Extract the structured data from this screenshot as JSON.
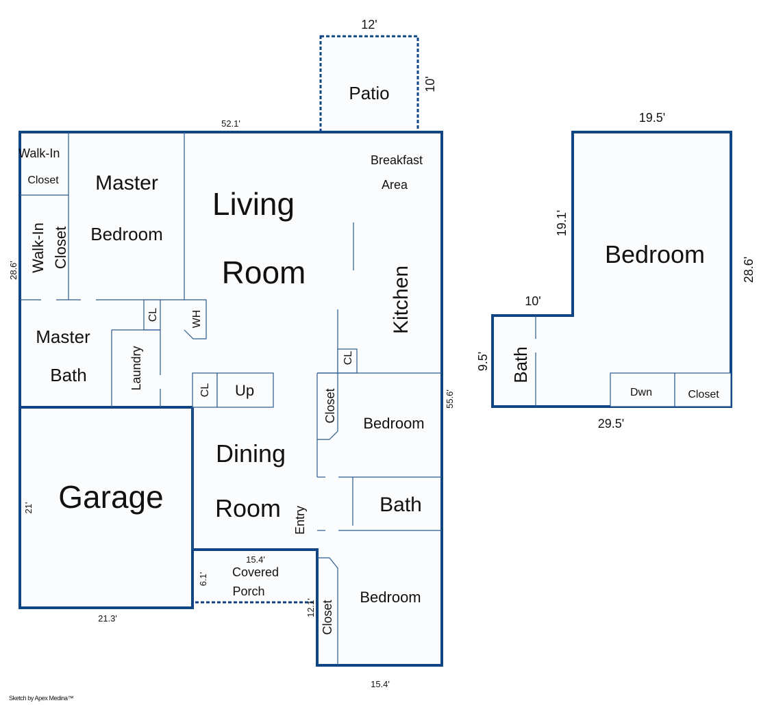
{
  "rooms": {
    "walk_in_closet_top": [
      "Walk-In",
      "Closet"
    ],
    "master_bedroom": [
      "Master",
      "Bedroom"
    ],
    "living_room": [
      "Living",
      "Room"
    ],
    "breakfast_area": [
      "Breakfast",
      "Area"
    ],
    "walk_in_closet_side": [
      "Walk-In",
      "Closet"
    ],
    "kitchen": "Kitchen",
    "cl_a": "CL",
    "wh": "WH",
    "master_bath": [
      "Master",
      "Bath"
    ],
    "laundry": "Laundry",
    "cl_b": "CL",
    "up": "Up",
    "cl_c": "CL",
    "closet_a": "Closet",
    "bedroom_a": "Bedroom",
    "garage": "Garage",
    "dining_room": [
      "Dining",
      "Room"
    ],
    "entry": "Entry",
    "bath_main": "Bath",
    "covered_porch": [
      "Covered",
      "Porch"
    ],
    "closet_b": "Closet",
    "bedroom_b": "Bedroom",
    "patio": "Patio",
    "upper_bedroom": "Bedroom",
    "upper_bath": "Bath",
    "dwn": "Dwn",
    "upper_closet": "Closet"
  },
  "dimensions": {
    "patio_width": "12'",
    "patio_depth": "10'",
    "main_top": "52.1'",
    "main_left": "28.6'",
    "main_right": "55.6'",
    "garage_side": "21'",
    "garage_bottom": "21.3'",
    "porch_width": "15.4'",
    "porch_depth": "6.1'",
    "wing_side": "12.1'",
    "wing_bottom": "15.4'",
    "upper_top": "19.5'",
    "upper_right": "28.6'",
    "upper_inner": "19.1'",
    "upper_step": "10'",
    "upper_bath_side": "9.5'",
    "upper_bottom": "29.5'"
  },
  "credit": "Sketch by Apex Medina™",
  "colors": {
    "wall": "#0f4585",
    "fill": "#fbfcfd",
    "text": "#111111"
  }
}
